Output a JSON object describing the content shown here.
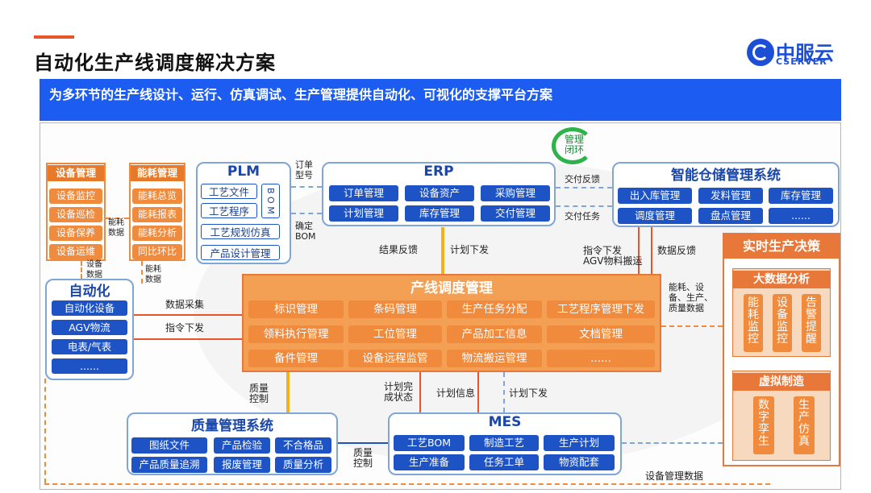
{
  "page": {
    "title": "自动化生产线调度解决方案",
    "banner": "为多环节的生产线设计、运行、仿真调试、生产管理提供自动化、可视化的支撑平台方案",
    "logo_cn": "中服云",
    "logo_en": "CSERVER"
  },
  "equipment": {
    "title": "设备管理",
    "items": [
      "设备监控",
      "设备巡检",
      "设备保养",
      "设备运维"
    ]
  },
  "energy": {
    "title": "能耗管理",
    "items": [
      "能耗总览",
      "能耗报表",
      "能耗分析",
      "同比环比"
    ]
  },
  "plm": {
    "title": "PLM",
    "items": [
      "工艺文件",
      "工艺程序",
      "工艺规划仿真",
      "产品设计管理"
    ],
    "bom": "B O M"
  },
  "erp": {
    "title": "ERP",
    "items": [
      "订单管理",
      "设备资产",
      "采购管理",
      "计划管理",
      "库存管理",
      "交付管理"
    ]
  },
  "cycle": {
    "label": "管理\n闭环"
  },
  "wms": {
    "title": "智能仓储管理系统",
    "items": [
      "出入库管理",
      "发料管理",
      "库存管理",
      "调度管理",
      "盘点管理",
      "......"
    ]
  },
  "automation": {
    "title": "自动化",
    "items": [
      "自动化设备",
      "AGV物流",
      "电表/气表",
      "......"
    ]
  },
  "scheduling": {
    "title": "产线调度管理",
    "items": [
      "标识管理",
      "条码管理",
      "生产任务分配",
      "工艺程序管理下发",
      "领料执行管理",
      "工位管理",
      "产品加工信息",
      "文档管理",
      "备件管理",
      "设备远程监管",
      "物流搬运管理",
      "......"
    ]
  },
  "decision": {
    "title": "实时生产决策",
    "bigdata": {
      "title": "大数据分析",
      "items": [
        "能\n耗\n监\n控",
        "设\n备\n监\n控",
        "告\n警\n提\n醒"
      ]
    },
    "virtual": {
      "title": "虚拟制造",
      "items": [
        "数\n字\n孪\n生",
        "生\n产\n仿\n真"
      ]
    }
  },
  "quality": {
    "title": "质量管理系统",
    "items": [
      "图纸文件",
      "产品检验",
      "不合格品",
      "产品质量追溯",
      "报废管理",
      "质量分析"
    ]
  },
  "mes": {
    "title": "MES",
    "items": [
      "工艺BOM",
      "制造工艺",
      "生产计划",
      "生产准备",
      "任务工单",
      "物资配套"
    ]
  },
  "labels": {
    "order_model": "订单\n型号",
    "confirm_bom": "确定\nBOM",
    "deliver_feedback": "交付反馈",
    "deliver_task": "交付任务",
    "energy_data": "能耗\n数据",
    "equipment_data": "设备\n数据",
    "energy_data2": "能耗\n数据",
    "data_collect": "数据采集",
    "cmd_issue": "指令下发",
    "result_feedback": "结果反馈",
    "plan_issue": "计划下发",
    "cmd_agv": "指令下发\nAGV物料搬运",
    "data_feedback": "数据反馈",
    "energy_equip_prod": "能耗、设\n备、生产、\n质量数据",
    "quality_ctrl": "质量\n控制",
    "plan_done": "计划完\n成状态",
    "plan_info": "计划信息",
    "plan_issue2": "计划下发",
    "quality_ctrl2": "质量\n控制",
    "equip_mgmt_data": "设备管理数据"
  },
  "colors": {
    "orange": "#e8552a",
    "blue": "#1d53c4",
    "banner": "#1d5cf0"
  }
}
